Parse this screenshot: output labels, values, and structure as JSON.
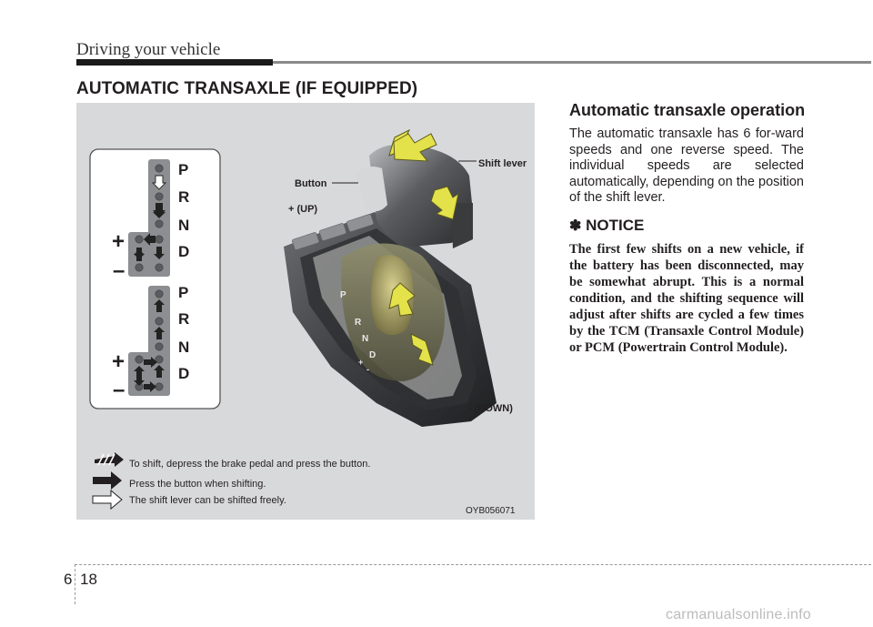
{
  "header": {
    "running_head": "Driving your vehicle"
  },
  "section": {
    "title": "AUTOMATIC TRANSAXLE (IF EQUIPPED)"
  },
  "figure": {
    "gate_upper": [
      "P",
      "R",
      "N",
      "D"
    ],
    "gate_lower": [
      "P",
      "R",
      "N",
      "D"
    ],
    "plus_sign": "+",
    "minus_sign": "–",
    "label_button": "Button",
    "label_shift_lever": "Shift lever",
    "label_up": "+ (UP)",
    "label_down": "- (DOWN)",
    "console_letters": [
      "P",
      "R",
      "N",
      "D",
      "+",
      "-"
    ],
    "legend": [
      "To shift, depress the brake pedal and press the button.",
      "Press the button when shifting.",
      "The shift lever can be shifted freely."
    ],
    "figure_code": "OYB056071"
  },
  "content": {
    "subtitle": "Automatic transaxle operation",
    "body": "The automatic transaxle has 6 for-ward speeds and one reverse speed. The individual speeds are selected automatically, depending on the position of the shift lever.",
    "notice_star": "✽",
    "notice_title": "NOTICE",
    "notice_text": "The first few shifts on a new vehicle, if the battery has been disconnected, may be somewhat abrupt. This is a normal condition, and the shifting sequence will adjust after shifts are cycled a few times by the TCM (Transaxle Control Module) or PCM (Powertrain Control Module)."
  },
  "footer": {
    "chapter": "6",
    "page": "18"
  },
  "watermark": "carmanualsonline.info"
}
